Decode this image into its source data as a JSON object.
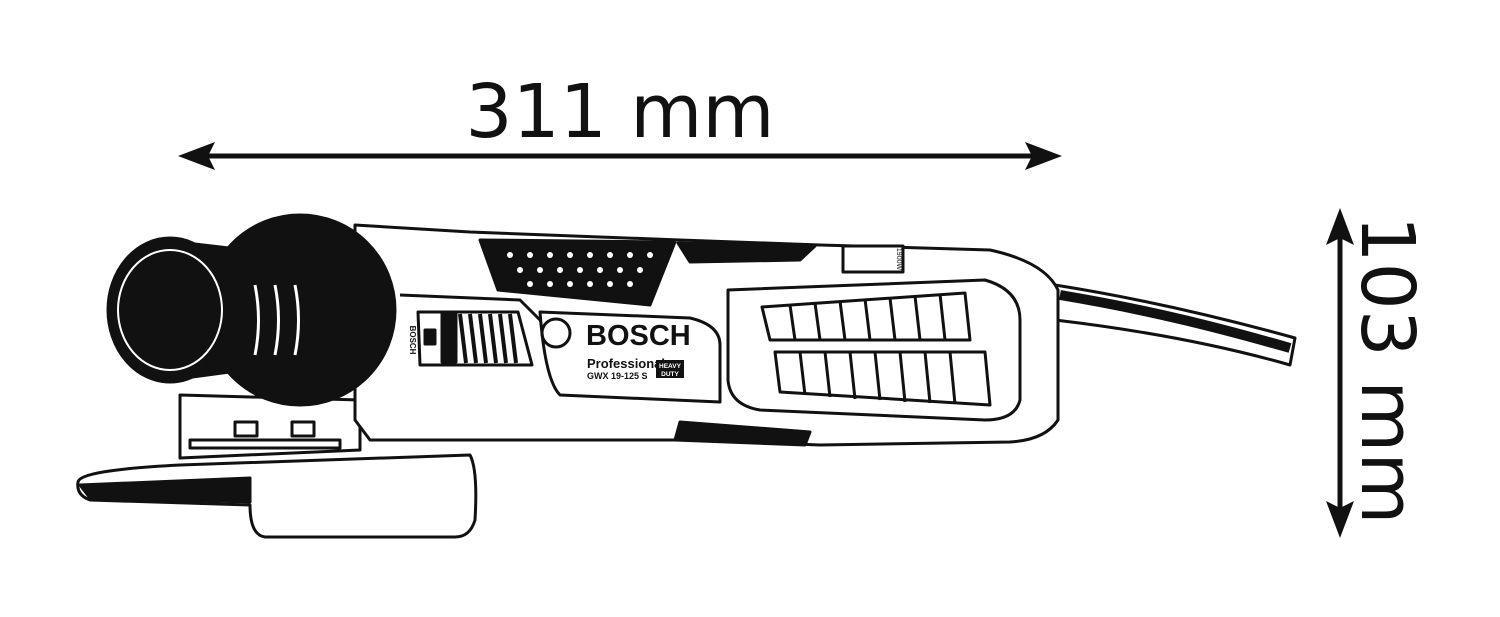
{
  "dimensions": {
    "length": "311 mm",
    "height": "103 mm"
  },
  "tool_labels": {
    "brand": "BOSCH",
    "line": "Professional",
    "model": "GWX 19-125 S",
    "badge_line1": "HEAVY",
    "badge_line2": "DUTY",
    "side_brand": "BOSCH",
    "power": "1900W"
  },
  "colors": {
    "ink": "#111111",
    "background": "#ffffff"
  }
}
